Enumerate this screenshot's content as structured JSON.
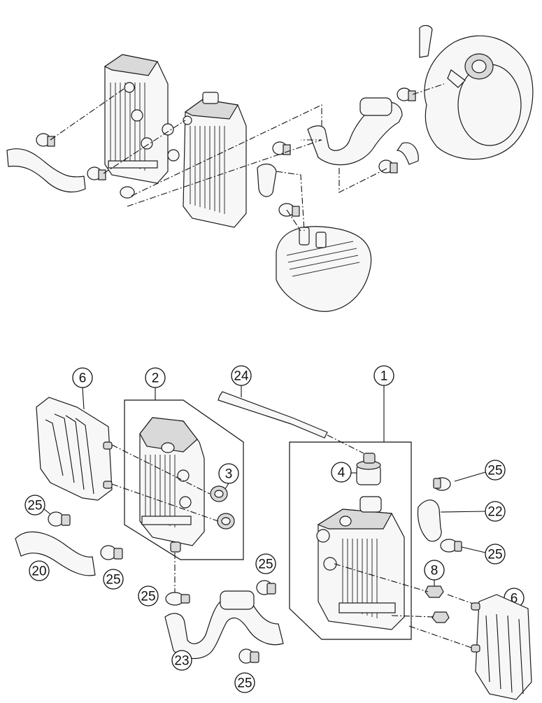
{
  "callouts": {
    "c1": "1",
    "c2": "2",
    "c3": "3",
    "c4": "4",
    "c6a": "6",
    "c6b": "6",
    "c8": "8",
    "c20": "20",
    "c22": "22",
    "c23": "23",
    "c24": "24",
    "c25a": "25",
    "c25b": "25",
    "c25c": "25",
    "c25d": "25",
    "c25e": "25",
    "c25f": "25",
    "c25g": "25"
  },
  "colors": {
    "line": "#111111",
    "fill": "#f7f7f7",
    "shade": "#d9d9d9",
    "background": "#ffffff"
  }
}
